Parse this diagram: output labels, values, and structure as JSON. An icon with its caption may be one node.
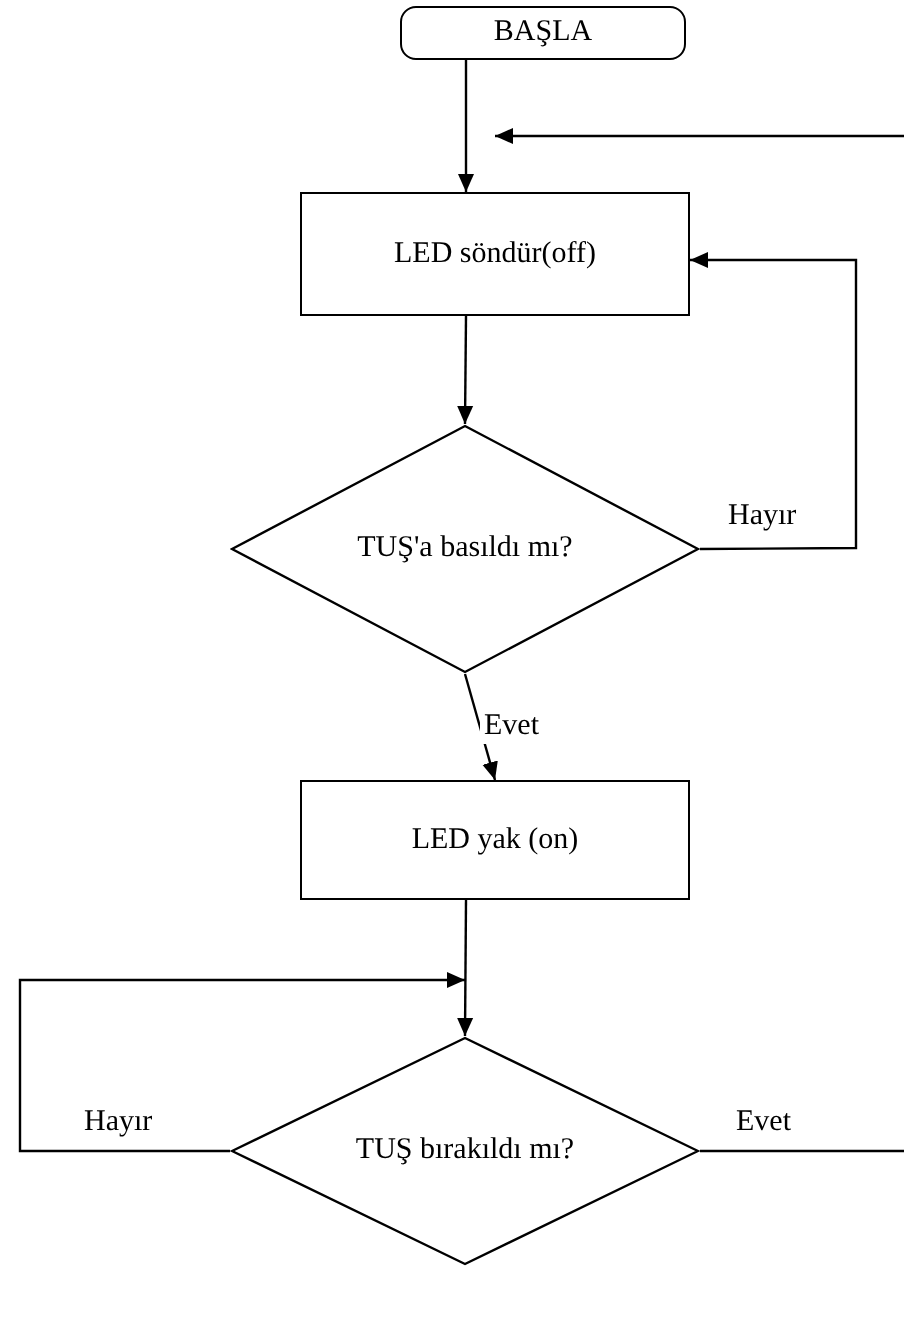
{
  "diagram": {
    "nodes": [
      {
        "text": [
          "BAŞLA"
        ]
      },
      {
        "text": [
          "LED söndür(off)"
        ]
      },
      {
        "text": [
          "TUŞ'a basıldı mı?"
        ]
      },
      {
        "text": [
          "LED yak (on)"
        ]
      },
      {
        "text": [
          "TUŞ bırakıldı mı?"
        ]
      }
    ],
    "edges": [
      {
        "from": 0,
        "to": 1,
        "arrow": "to"
      },
      {
        "from": null,
        "to": 1,
        "arrow": "to"
      },
      {
        "from": 1,
        "to": 2,
        "arrow": "to"
      },
      {
        "from": 2,
        "to": 1,
        "arrow": "to",
        "label": "Hayır"
      },
      {
        "from": 2,
        "to": 3,
        "arrow": "to",
        "label": "Evet"
      },
      {
        "from": 3,
        "to": 4,
        "arrow": "to"
      },
      {
        "from": 4,
        "to": 4,
        "arrow": "to",
        "label": "Hayır"
      },
      {
        "from": 4,
        "to": null,
        "arrow": "none",
        "label": "Evet"
      }
    ]
  }
}
